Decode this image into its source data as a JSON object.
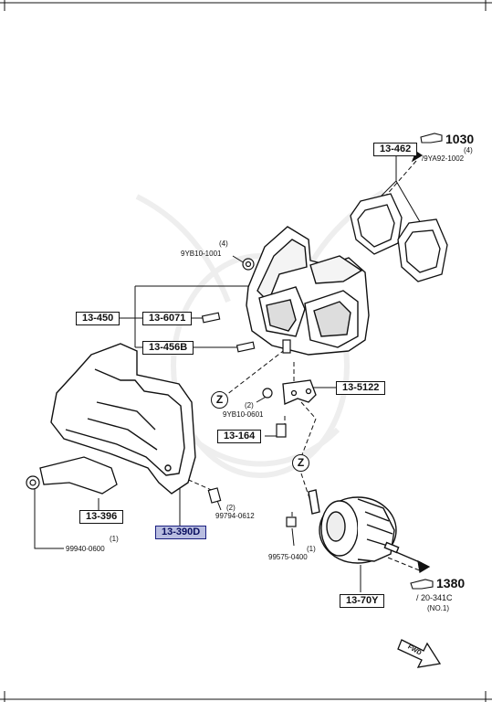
{
  "parts": {
    "p13_462": "13-462",
    "p13_450": "13-450",
    "p13_6071": "13-6071",
    "p13_456b": "13-456B",
    "p13_5122": "13-5122",
    "p13_164": "13-164",
    "p13_396": "13-396",
    "p13_390d": "13-390D",
    "p13_70y": "13-70Y"
  },
  "refs": {
    "r1030": {
      "num": "1030",
      "qty": "(4)",
      "part": "/9YA92-1002"
    },
    "r1380": {
      "num": "1380",
      "sub": "/ 20-341C",
      "note": "(NO.1)"
    }
  },
  "fasteners": {
    "f9yb10_1001": {
      "qty": "(4)",
      "part": "9YB10-1001"
    },
    "f9yb10_0601": {
      "qty": "(2)",
      "part": "9YB10-0601"
    },
    "f99794": {
      "qty": "(2)",
      "part": "99794-0612"
    },
    "f99940": {
      "qty": "(1)",
      "part": "99940-0600"
    },
    "f99575": {
      "qty": "(1)",
      "part": "99575-0400"
    }
  },
  "z_mark": "Z",
  "fwd_label": "FWD",
  "highlight_color": "#b8bde0"
}
